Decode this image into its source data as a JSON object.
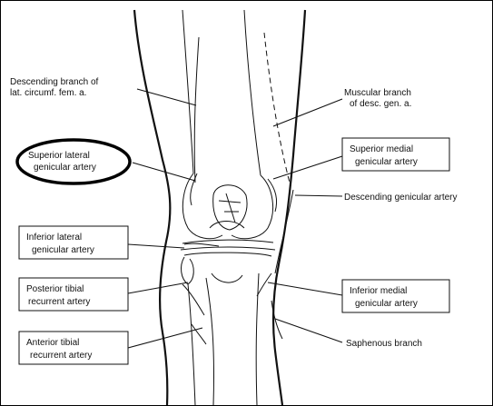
{
  "labels": {
    "desc_branch_lat_line1": "Descending branch of",
    "desc_branch_lat_line2": "lat. circumf. fem. a.",
    "muscular_branch_line1": "Muscular branch",
    "muscular_branch_line2": "of desc. gen. a.",
    "sup_lat_line1": "Superior lateral",
    "sup_lat_line2": "genicular artery",
    "sup_med_line1": "Superior medial",
    "sup_med_line2": "genicular artery",
    "desc_genicular": "Descending genicular artery",
    "inf_lat_line1": "Inferior lateral",
    "inf_lat_line2": "genicular artery",
    "post_tibial_line1": "Posterior tibial",
    "post_tibial_line2": "recurrent artery",
    "inf_med_line1": "Inferior medial",
    "inf_med_line2": "genicular artery",
    "saphenous": "Saphenous branch",
    "ant_tibial_line1": "Anterior tibial",
    "ant_tibial_line2": "recurrent artery"
  },
  "highlight": {
    "color": "#000000",
    "target": "Superior lateral genicular artery"
  }
}
